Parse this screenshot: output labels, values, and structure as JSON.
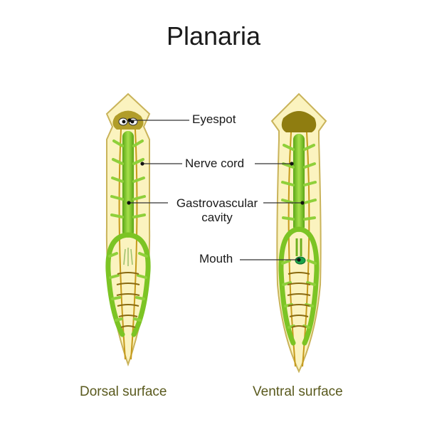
{
  "title": "Planaria",
  "labels": {
    "eyespot": "Eyespot",
    "nerve_cord": "Nerve cord",
    "gastro_line1": "Gastrovascular",
    "gastro_line2": "cavity",
    "mouth": "Mouth"
  },
  "captions": {
    "dorsal": "Dorsal surface",
    "ventral": "Ventral surface"
  },
  "colors": {
    "body_fill": "#fbf3bf",
    "body_outline": "#c9b35a",
    "gut": "#7cc424",
    "gut_dark": "#4f9a14",
    "nerve": "#c69a1a",
    "eyespot_patch": "#8f7d10",
    "mouth": "#1aa34a",
    "caption": "#5a5a1e"
  }
}
